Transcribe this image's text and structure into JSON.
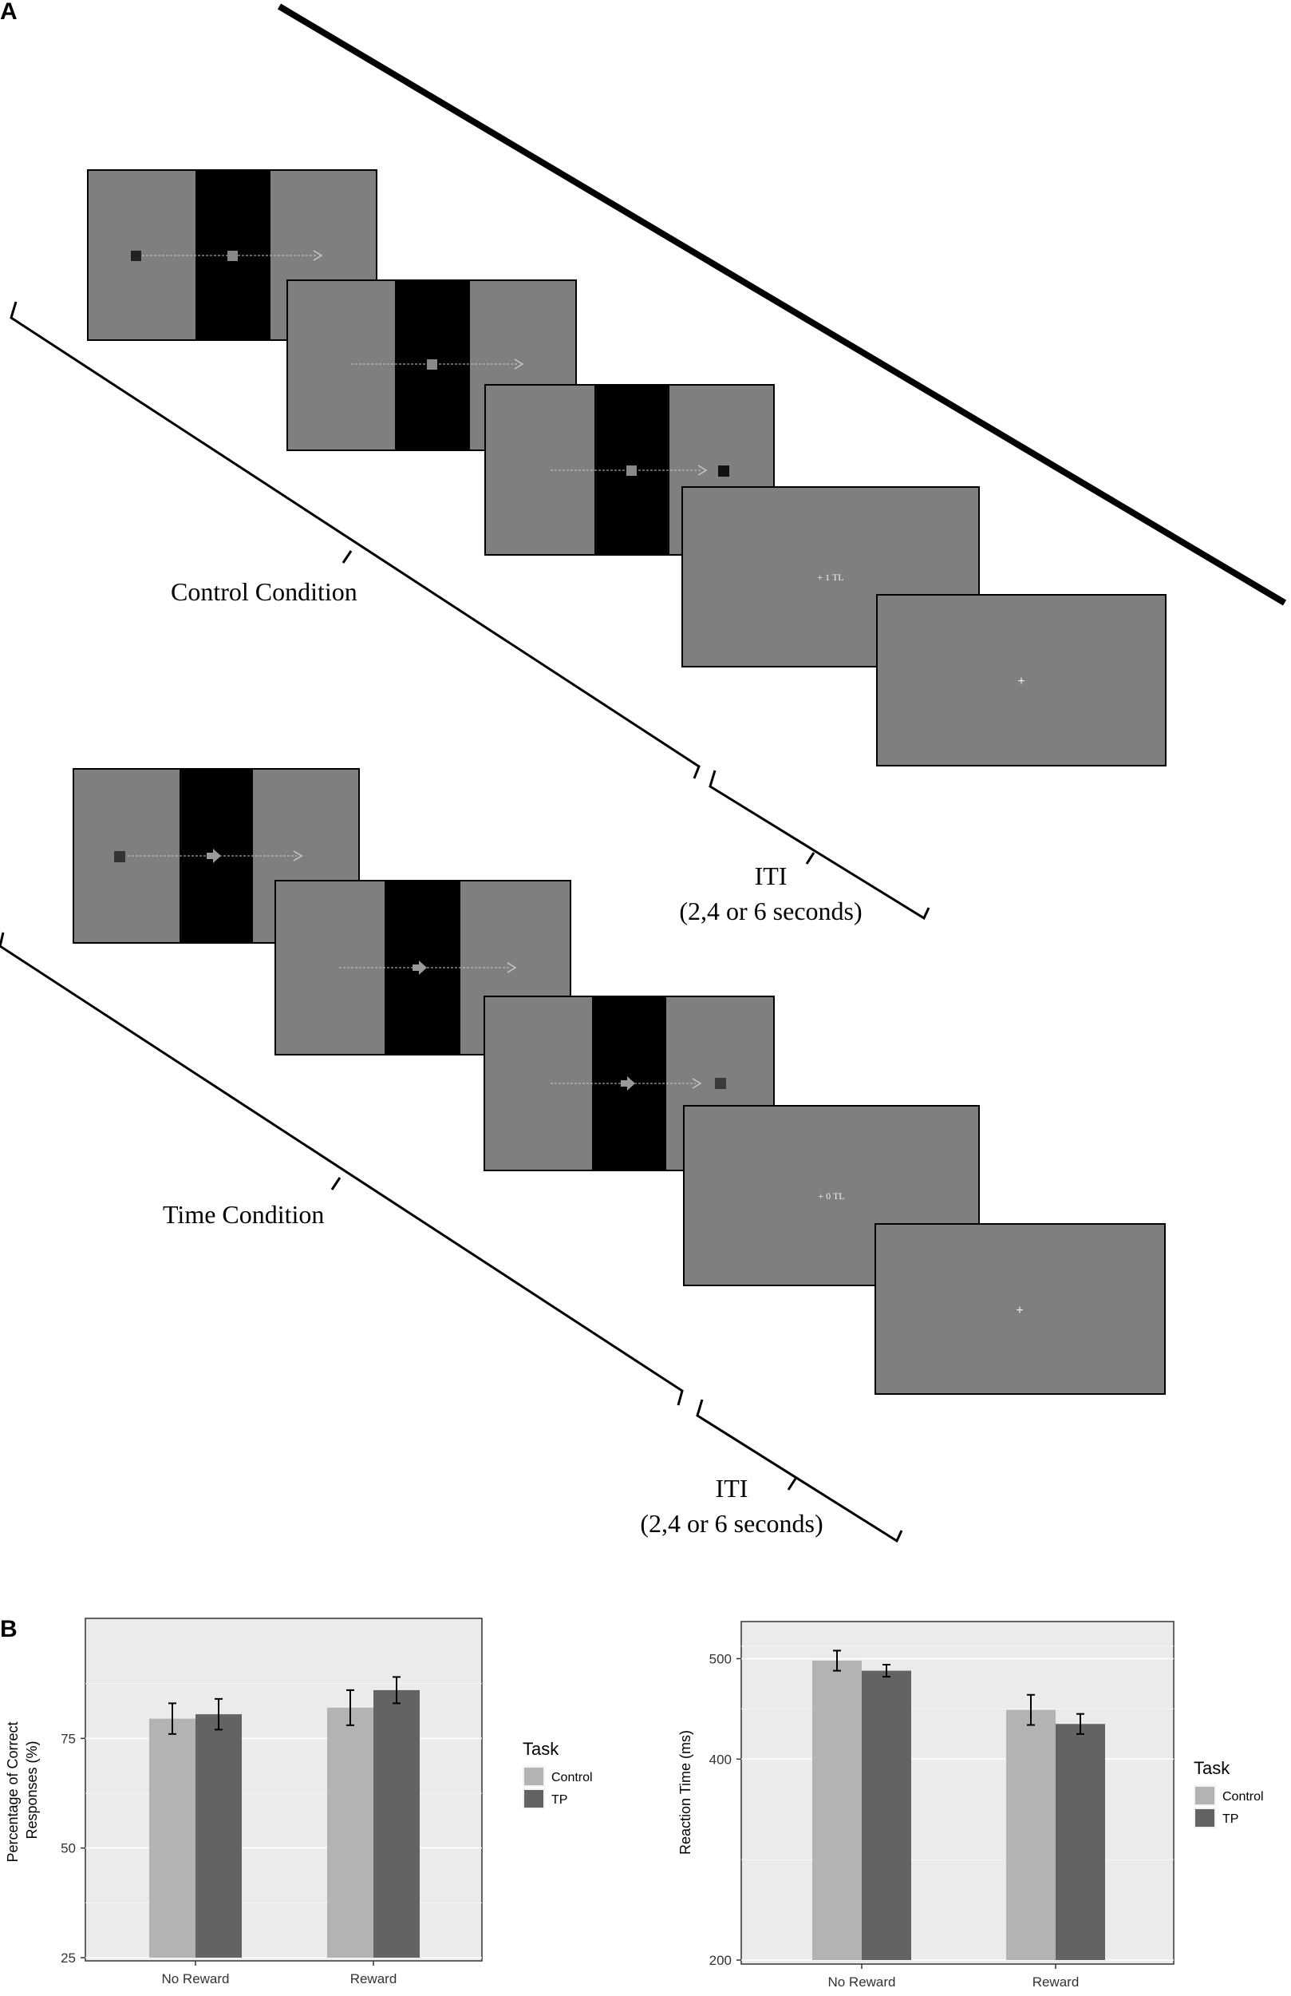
{
  "panel_a": {
    "label": "A",
    "control": {
      "condition_label": "Control Condition",
      "feedback_text": "+ 1 TL",
      "fixation": "+"
    },
    "time": {
      "condition_label": "Time Condition",
      "feedback_text": "+ 0 TL",
      "fixation": "+"
    },
    "iti": {
      "line1": "ITI",
      "line2": "(2,4 or 6 seconds)"
    }
  },
  "panel_b": {
    "label": "B"
  },
  "chart_data": [
    {
      "type": "bar",
      "categories": [
        "No Reward",
        "Reward"
      ],
      "series": [
        {
          "name": "Control",
          "values": [
            79.5,
            82
          ],
          "error": [
            3.5,
            4
          ],
          "color": "#b3b3b3"
        },
        {
          "name": "TP",
          "values": [
            80.5,
            86
          ],
          "error": [
            3.5,
            3
          ],
          "color": "#636363"
        }
      ],
      "ylabel": "Percentage of Correct Responses (%)",
      "ylim": [
        25,
        100
      ],
      "yticks": [
        25,
        50,
        75
      ],
      "legend_title": "Task",
      "legend_position": "right",
      "grid": true
    },
    {
      "type": "bar",
      "categories": [
        "No Reward",
        "Reward"
      ],
      "series": [
        {
          "name": "Control",
          "values": [
            498,
            449
          ],
          "error": [
            10,
            15
          ],
          "color": "#b3b3b3"
        },
        {
          "name": "TP",
          "values": [
            488,
            435
          ],
          "error": [
            6,
            10
          ],
          "color": "#636363"
        }
      ],
      "ylabel": "Reaction Time (ms)",
      "ylim": [
        200,
        525
      ],
      "yticks": [
        200,
        400,
        500
      ],
      "legend_title": "Task",
      "legend_position": "right",
      "grid": true
    }
  ]
}
